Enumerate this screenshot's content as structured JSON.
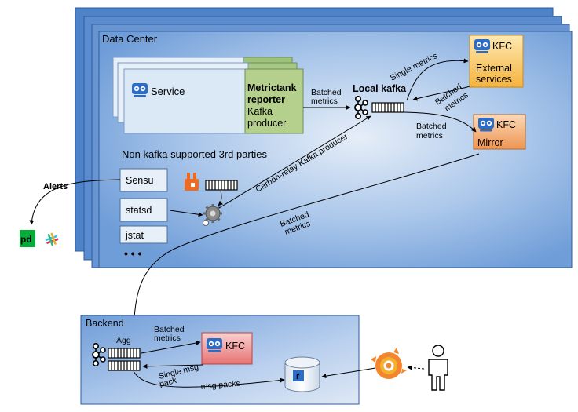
{
  "data_center": {
    "title": "Data Center",
    "service_label": "Service",
    "reporter": {
      "line1": "Metrictank",
      "line2": "reporter",
      "line3": "Kafka",
      "line4": "producer"
    },
    "batched_metrics_label_1": "Batched",
    "batched_metrics_label_2": "metrics",
    "local_kafka": "Local kafka",
    "single_metrics": "Single metrics",
    "batched_metrics_ext_1": "Batched",
    "batched_metrics_ext_2": "metrics",
    "batched_metrics_mirror_1": "Batched",
    "batched_metrics_mirror_2": "metrics",
    "kfc_external": {
      "badge": "KFC",
      "line1": "External",
      "line2": "services"
    },
    "kfc_mirror": {
      "badge": "KFC",
      "line1": "Mirror"
    },
    "third_parties_title": "Non kafka supported 3rd parties",
    "sources": [
      "Sensu",
      "statsd",
      "jstat"
    ],
    "more": "• • •",
    "carbon_relay": "Carbon-relay Kafka producer",
    "batched_backend_1": "Batched",
    "batched_backend_2": "metrics"
  },
  "alerts": {
    "label": "Alerts",
    "pagerduty": "pd"
  },
  "backend": {
    "title": "Backend",
    "agg": "Agg",
    "batched_1": "Batched",
    "batched_2": "metrics",
    "kfc_badge": "KFC",
    "single_msg_1": "Single msg",
    "single_msg_2": "pack",
    "msg_packs": "msg packs",
    "db_letter": "r"
  },
  "colors": {
    "panel": "#7fa8dc",
    "panel_light": "#d2e3f5",
    "service_card": "#dbe8f6",
    "reporter_green": "#b5cf8d",
    "kfc_orange": "#f8c45e",
    "kfc_mirror": "#f2a86a",
    "kfc_pink": "#ef8a8a",
    "rabbit_orange": "#f06a22",
    "pd_green": "#06ac38"
  }
}
